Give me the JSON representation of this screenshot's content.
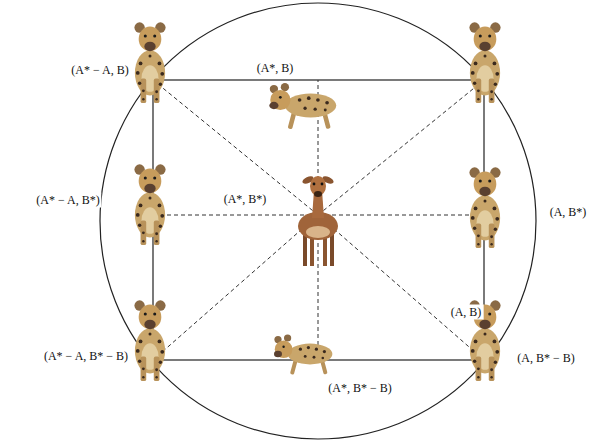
{
  "diagram": {
    "labels": [
      "(A* − A, B)",
      "(A*, B)",
      "(A* − A, B*)",
      "(A*, B*)",
      "(A, B*)",
      "(A, B)",
      "(A* − A, B* − B)",
      "(A, B* − B)",
      "(A*, B* − B)"
    ]
  }
}
